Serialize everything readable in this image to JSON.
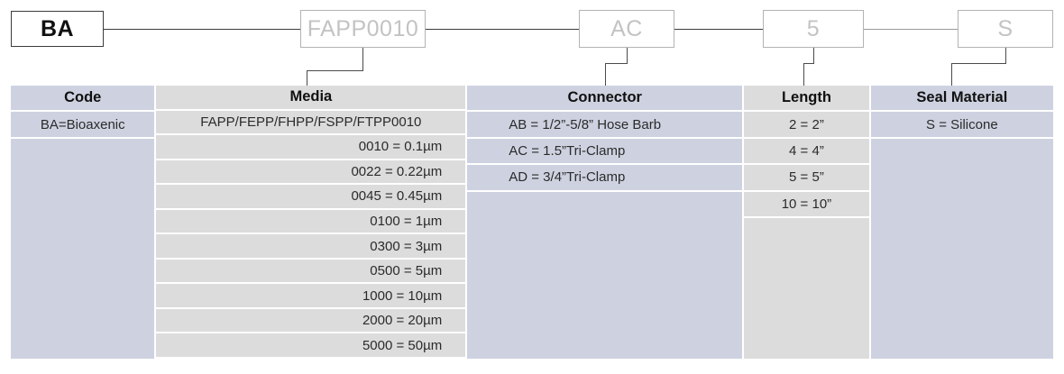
{
  "part_number_builder": {
    "boxes": [
      {
        "name": "code",
        "value": "BA",
        "style": "selected"
      },
      {
        "name": "media",
        "value": "FAPP0010",
        "style": "placeholder"
      },
      {
        "name": "connector",
        "value": "AC",
        "style": "placeholder"
      },
      {
        "name": "length",
        "value": "5",
        "style": "placeholder"
      },
      {
        "name": "seal-material",
        "value": "S",
        "style": "placeholder"
      }
    ]
  },
  "colors": {
    "header_blue": "#ced2e0",
    "column_gray": "#dcdcdc",
    "selected_border": "#3c3c3c",
    "placeholder_text": "#c3c3c3",
    "body_text": "#2b2b2b"
  },
  "table": {
    "columns": [
      {
        "key": "code",
        "header": "Code",
        "tint": "blue",
        "rows": [
          "BA=Bioaxenic"
        ]
      },
      {
        "key": "media",
        "header": "Media",
        "tint": "gray",
        "rows": [
          "FAPP/FEPP/FHPP/FSPP/FTPP0010",
          "0010 = 0.1µm",
          "0022 = 0.22µm",
          "0045 = 0.45µm",
          "0100 = 1µm",
          "0300 = 3µm",
          "0500 = 5µm",
          "1000 = 10µm",
          "2000 = 20µm",
          "5000 = 50µm"
        ]
      },
      {
        "key": "connector",
        "header": "Connector",
        "tint": "blue",
        "rows": [
          "AB = 1/2”-5/8” Hose Barb",
          "AC = 1.5”Tri-Clamp",
          "AD = 3/4”Tri-Clamp"
        ]
      },
      {
        "key": "length",
        "header": "Length",
        "tint": "gray",
        "rows": [
          "2 = 2”",
          "4 = 4”",
          "5 = 5”",
          "10 = 10”"
        ]
      },
      {
        "key": "seal-material",
        "header": "Seal Material",
        "tint": "blue",
        "rows": [
          "S = Silicone"
        ]
      }
    ]
  }
}
